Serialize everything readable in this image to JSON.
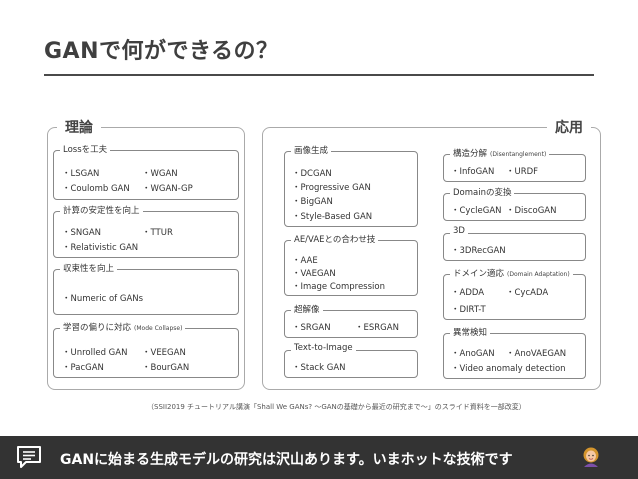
{
  "title": "GANで何ができるの？",
  "theory": {
    "label": "理論",
    "sections": [
      {
        "label": "Lossを工夫",
        "items": [
          "・LSGAN",
          "・WGAN",
          "・Coulomb GAN",
          "・WGAN-GP"
        ]
      },
      {
        "label": "計算の安定性を向上",
        "items": [
          "・SNGAN",
          "・TTUR",
          "・Relativistic GAN"
        ]
      },
      {
        "label": "収束性を向上",
        "items": [
          "・Numeric of GANs"
        ]
      },
      {
        "label": "学習の偏りに対応",
        "sublabel": "(Mode Collapse)",
        "items": [
          "・Unrolled GAN",
          "・VEEGAN",
          "・PacGAN",
          "・BourGAN"
        ]
      }
    ]
  },
  "applications": {
    "label": "応用",
    "sections": [
      {
        "label": "画像生成",
        "items": [
          "・DCGAN",
          "・Progressive GAN",
          "・BigGAN",
          "・Style-Based GAN"
        ]
      },
      {
        "label": "AE/VAEとの合わせ技",
        "items": [
          "・AAE",
          "・VAEGAN",
          "・Image Compression"
        ]
      },
      {
        "label": "超解像",
        "items": [
          "・SRGAN",
          "・ESRGAN"
        ]
      },
      {
        "label": "Text-to-Image",
        "items": [
          "・Stack GAN"
        ]
      },
      {
        "label": "構造分解",
        "sublabel": "(Disentanglement)",
        "items": [
          "・InfoGAN",
          "・URDF"
        ]
      },
      {
        "label": "Domainの変換",
        "items": [
          "・CycleGAN",
          "・DiscoGAN"
        ]
      },
      {
        "label": "3D",
        "items": [
          "・3DRecGAN"
        ]
      },
      {
        "label": "ドメイン適応",
        "sublabel": "(Domain Adaptation)",
        "items": [
          "・ADDA",
          "・CycADA",
          "・DIRT-T"
        ]
      },
      {
        "label": "異常検知",
        "items": [
          "・AnoGAN",
          "・AnoVAEGAN",
          "・Video anomaly detection"
        ]
      }
    ]
  },
  "footnote": "（SSII2019 チュートリアル講演「Shall We GANs? 〜GANの基礎から最近の研究まで〜」のスライド資料を一部改変）",
  "banner": {
    "icon": "speech-bubble-icon",
    "text": "GANに始まる生成モデルの研究は沢山あります。いまホットな技術です",
    "emoji": "woman-emoji-icon"
  },
  "colors": {
    "banner_bg": "#333333",
    "border": "#aaaaaa",
    "text": "#333333"
  }
}
